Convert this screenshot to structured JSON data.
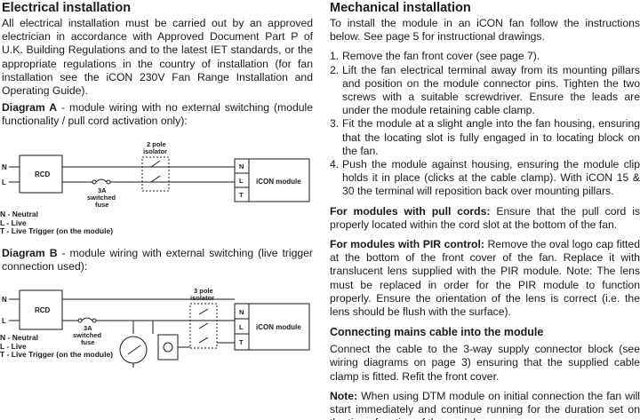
{
  "left": {
    "title": "Electrical installation",
    "intro": "All electrical installation must be carried out by an approved electrician in accordance with Approved Document Part P of U.K. Building Regulations and to the latest IET standards, or the appropriate regulations in the country of installation (for fan installation see the iCON 230V Fan Range Installation and Operating Guide).",
    "diagram_a": {
      "label": "Diagram A",
      "caption": " - module wiring with no external switching (module functionality / pull cord activation only):",
      "isolator_label_1": "2 pole",
      "isolator_label_2": "isolator",
      "rcd": "RCD",
      "fuse_1": "3A",
      "fuse_2": "switched",
      "fuse_3": "fuse",
      "n": "N",
      "l": "L",
      "t": "T",
      "module": "iCON module"
    },
    "diagram_b": {
      "label": "Diagram B",
      "caption": " - module wiring with external switching (live trigger connection used):",
      "isolator_label_1": "3 pole",
      "isolator_label_2": "isolator",
      "rcd": "RCD",
      "fuse_1": "3A",
      "fuse_2": "switched",
      "fuse_3": "fuse",
      "n": "N",
      "l": "L",
      "t": "T",
      "module": "iCON module"
    },
    "legend": [
      "N - Neutral",
      "L - Live",
      "T - Live Trigger (on the module)"
    ]
  },
  "right": {
    "title": "Mechanical installation",
    "intro": "To install the module in an iCON fan follow the instructions below. See page 5 for instructional drawings.",
    "steps": [
      {
        "num": "1.",
        "text": "Remove the fan front cover (see page 7)."
      },
      {
        "num": "2.",
        "text": "Lift the fan electrical terminal away from its mounting pillars and position on the module connector pins. Tighten the two screws with a suitable screwdriver. Ensure the leads are under the module retaining cable clamp."
      },
      {
        "num": "3.",
        "text": "Fit the module at a slight angle into the fan housing, ensuring that the locating slot is fully engaged in to locating block on the fan."
      },
      {
        "num": "4.",
        "text": "Push the module against housing, ensuring the module clip holds it in place (clicks at the cable clamp). With iCON 15 & 30 the terminal will reposition back over mounting pillars."
      }
    ],
    "pull_cords_label": "For modules with pull cords:",
    "pull_cords_text": " Ensure that the pull cord is properly located within the cord slot at the bottom of the fan.",
    "pir_label": "For modules with PIR control:",
    "pir_text": " Remove the oval logo cap fitted at the bottom of the front cover of the fan. Replace it with translucent lens supplied with the PIR module. Note: The lens must be replaced in order for the PIR module to function properly. Ensure the orientation of the lens is correct (i.e. the lens should be flush with the surface).",
    "mains_title": "Connecting mains cable into the module",
    "mains_text": "Connect the cable to the 3-way supply connector block (see wiring diagrams on page 3) ensuring that the supplied cable clamp is fitted. Refit the front cover.",
    "note_label": "Note:",
    "note_text": " When using DTM module on initial connection the fan will start immediately and continue running for the duration set on the timer function of the module."
  }
}
